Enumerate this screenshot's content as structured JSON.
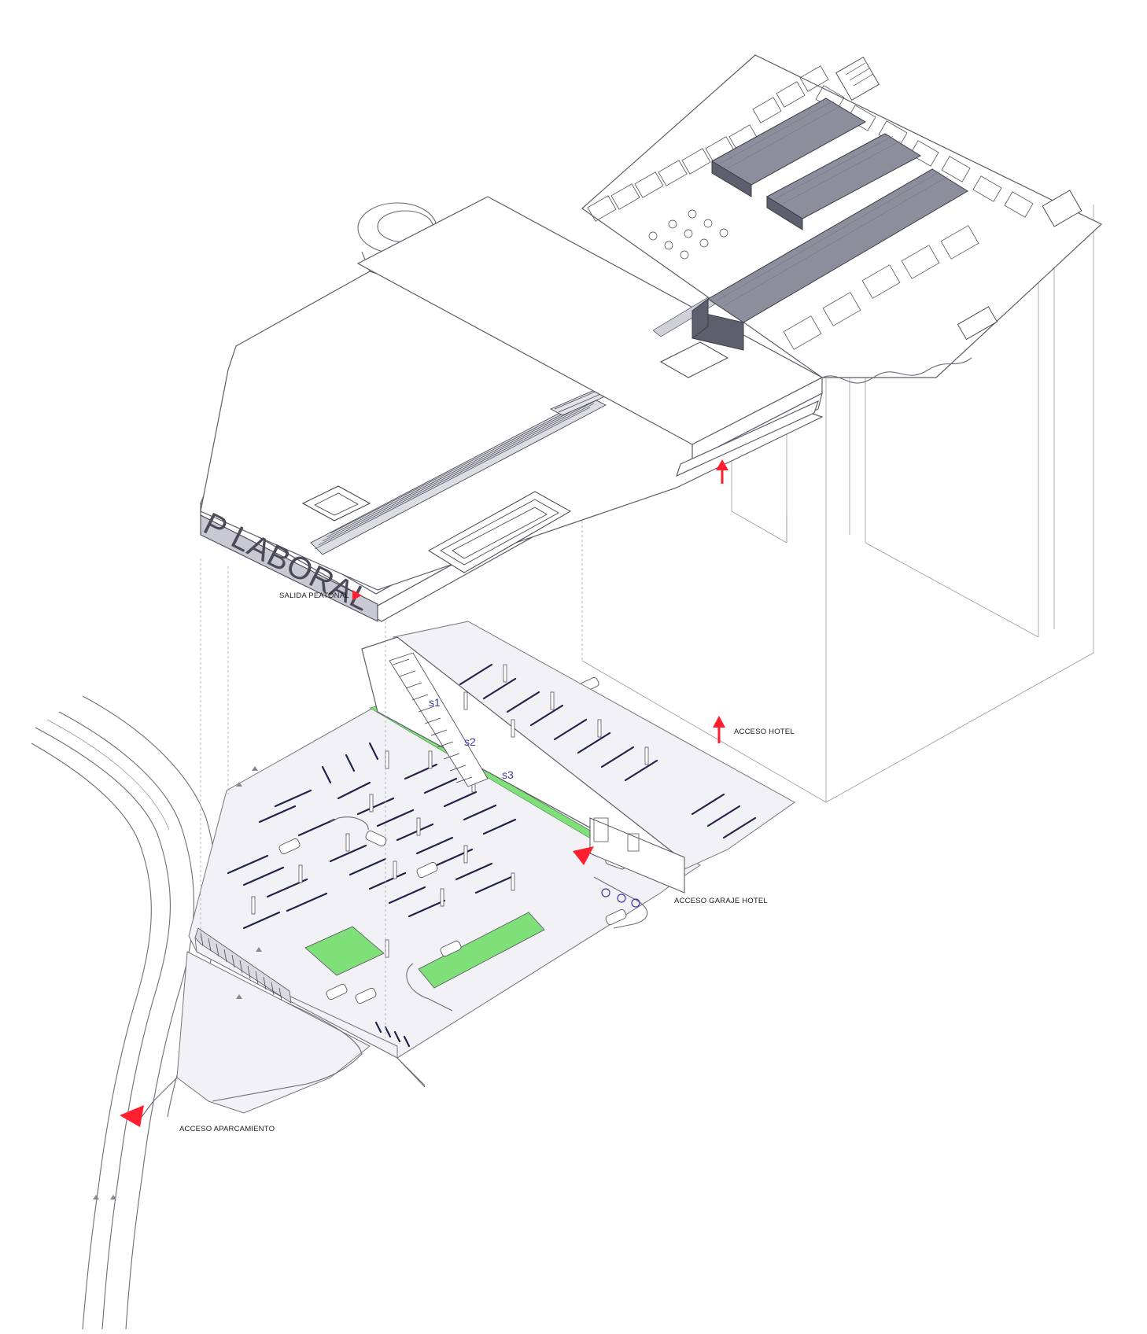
{
  "building_name": "P LABORAL",
  "labels": {
    "salida_peatonal": "SALIDA PEATONAL",
    "acceso_hotel": "ACCESO HOTEL",
    "acceso_garaje_hotel": "ACCESO GARAJE HOTEL",
    "acceso_aparcamiento": "ACCESO APARCAMIENTO"
  },
  "stair_levels": [
    "s1",
    "s2",
    "s3"
  ],
  "colors": {
    "green_area": "#7fe07a",
    "access_marker": "#ff1f2e",
    "roof_grey": "#8c8e9c",
    "line": "#6e6a78",
    "stripe": "#20244a"
  }
}
